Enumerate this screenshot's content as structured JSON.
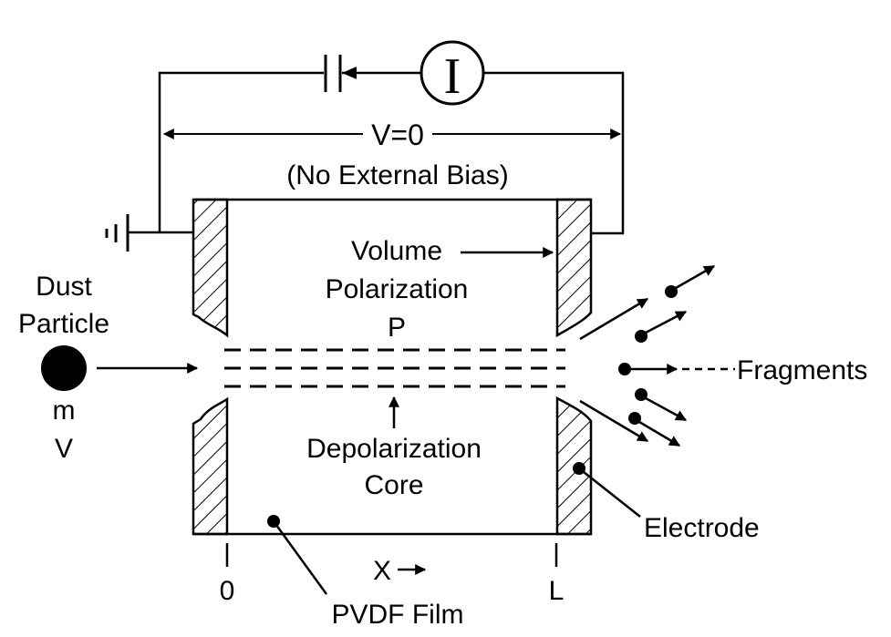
{
  "labels": {
    "ammeter": "I",
    "voltage": "V=0",
    "bias": "(No External Bias)",
    "volume_line1": "Volume",
    "volume_line2": "Polarization",
    "volume_line3": "P",
    "dust_line1": "Dust",
    "dust_line2": "Particle",
    "mass": "m",
    "velocity": "V",
    "fragments": "Fragments",
    "depol_line1": "Depolarization",
    "depol_line2": "Core",
    "electrode": "Electrode",
    "x_axis": "X",
    "origin": "0",
    "length": "L",
    "film": "PVDF Film"
  }
}
